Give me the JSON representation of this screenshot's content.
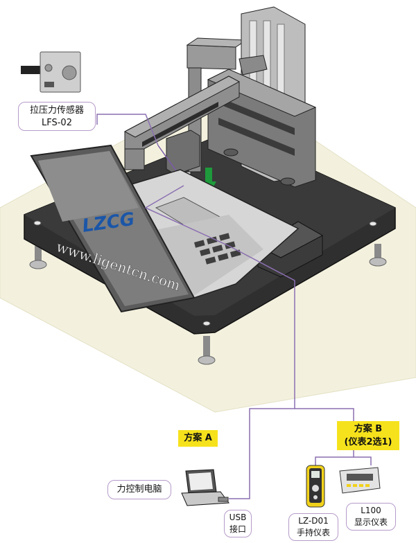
{
  "sensor_callout": {
    "line1": "拉压力传感器",
    "line2": "LFS-02"
  },
  "brand": {
    "logo_text": "LZCG",
    "website": "www.ligentcn.com"
  },
  "plan_a": {
    "label": "方案 A"
  },
  "plan_b": {
    "line1": "方案 B",
    "line2": "(仪表2选1)"
  },
  "pc_callout": {
    "label": "力控制电脑"
  },
  "usb_callout": {
    "line1": "USB",
    "line2": "接口"
  },
  "handheld_callout": {
    "line1": "LZ-D01",
    "line2": "手持仪表"
  },
  "display_callout": {
    "line1": "L100",
    "line2": "显示仪表"
  },
  "colors": {
    "tag_yellow": "#f6e21c",
    "callout_border": "#b59bc9",
    "arrow_green": "#1e9a3c",
    "wire_purple": "#8a6fb0"
  }
}
